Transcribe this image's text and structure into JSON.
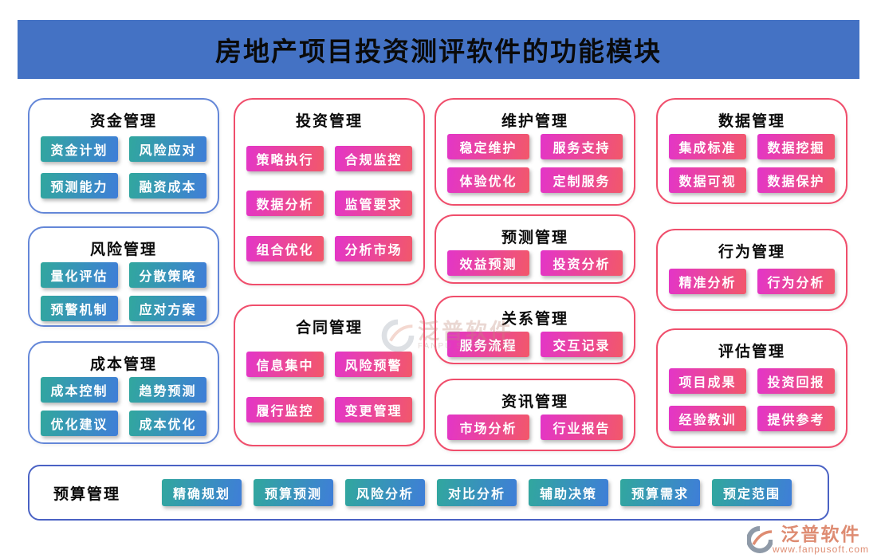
{
  "header": {
    "title": "房地产项目投资测评软件的功能模块"
  },
  "modules": [
    {
      "name": "资金管理",
      "buttons": [
        "资金计划",
        "风险应对",
        "预测能力",
        "融资成本"
      ]
    },
    {
      "name": "风险管理",
      "buttons": [
        "量化评估",
        "分散策略",
        "预警机制",
        "应对方案"
      ]
    },
    {
      "name": "成本管理",
      "buttons": [
        "成本控制",
        "趋势预测",
        "优化建议",
        "成本优化"
      ]
    },
    {
      "name": "投资管理",
      "buttons": [
        "策略执行",
        "合规监控",
        "数据分析",
        "监管要求",
        "组合优化",
        "分析市场"
      ]
    },
    {
      "name": "合同管理",
      "buttons": [
        "信息集中",
        "风险预警",
        "履行监控",
        "变更管理"
      ]
    },
    {
      "name": "维护管理",
      "buttons": [
        "稳定维护",
        "服务支持",
        "体验优化",
        "定制服务"
      ]
    },
    {
      "name": "预测管理",
      "buttons": [
        "效益预测",
        "投资分析"
      ]
    },
    {
      "name": "关系管理",
      "buttons": [
        "服务流程",
        "交互记录"
      ]
    },
    {
      "name": "资讯管理",
      "buttons": [
        "市场分析",
        "行业报告"
      ]
    },
    {
      "name": "数据管理",
      "buttons": [
        "集成标准",
        "数据挖掘",
        "数据可视",
        "数据保护"
      ]
    },
    {
      "name": "行为管理",
      "buttons": [
        "精准分析",
        "行为分析"
      ]
    },
    {
      "name": "评估管理",
      "buttons": [
        "项目成果",
        "投资回报",
        "经验教训",
        "提供参考"
      ]
    }
  ],
  "budget_bar": {
    "name": "预算管理",
    "buttons": [
      "精确规划",
      "预算预测",
      "风险分析",
      "对比分析",
      "辅助决策",
      "预算需求",
      "预定范围"
    ]
  },
  "watermark": {
    "text": "泛普软件",
    "subtext": "FANPU SOFTWARE"
  },
  "logo": {
    "name": "泛普软件",
    "url": "www.fanpusoft.com"
  },
  "colors": {
    "header_bg": "#4472C4",
    "teal_gradient_start": "#31A79E",
    "teal_gradient_end": "#3F7ED8",
    "pink_gradient_start": "#E335C8",
    "pink_gradient_end": "#F2586A",
    "blue_card_border": "#6487D8",
    "pink_card_border": "#F04E6C",
    "budget_bar_border": "#4A62C4",
    "logo_color": "#DE8C72"
  }
}
